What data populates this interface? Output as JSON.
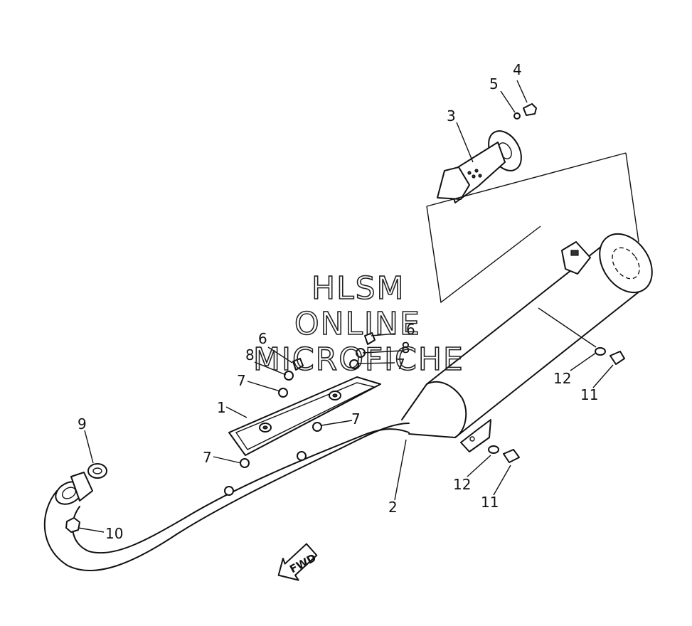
{
  "watermark": {
    "line1": "HLSM",
    "line2": "ONLINE",
    "line3": "MICROFICHE"
  },
  "direction_label": "FWD",
  "callouts": {
    "c1": "1",
    "c2": "2",
    "c3": "3",
    "c4": "4",
    "c5": "5",
    "c6a": "6",
    "c6b": "6",
    "c7a": "7",
    "c7b": "7",
    "c7c": "7",
    "c7d": "7",
    "c8a": "8",
    "c8b": "8",
    "c9": "9",
    "c10": "10",
    "c11a": "11",
    "c11b": "11",
    "c12a": "12",
    "c12b": "12"
  }
}
